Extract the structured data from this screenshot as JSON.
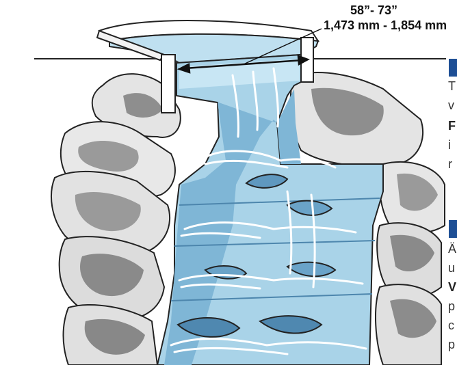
{
  "dimension": {
    "inches": "58”- 73”",
    "millimeters": "1,473 mm - 1,854 mm"
  },
  "side_text_fragments": [
    "T",
    "v",
    "F",
    "i",
    "r",
    "Ä",
    "u",
    "V",
    "p",
    "c",
    "p"
  ],
  "colors": {
    "water": "#a9d3e8",
    "water_dark": "#6fa9cc",
    "rock_light": "#e3e3e3",
    "rock_dark": "#8c8c8c",
    "heading_blue": "#1e4f95"
  }
}
